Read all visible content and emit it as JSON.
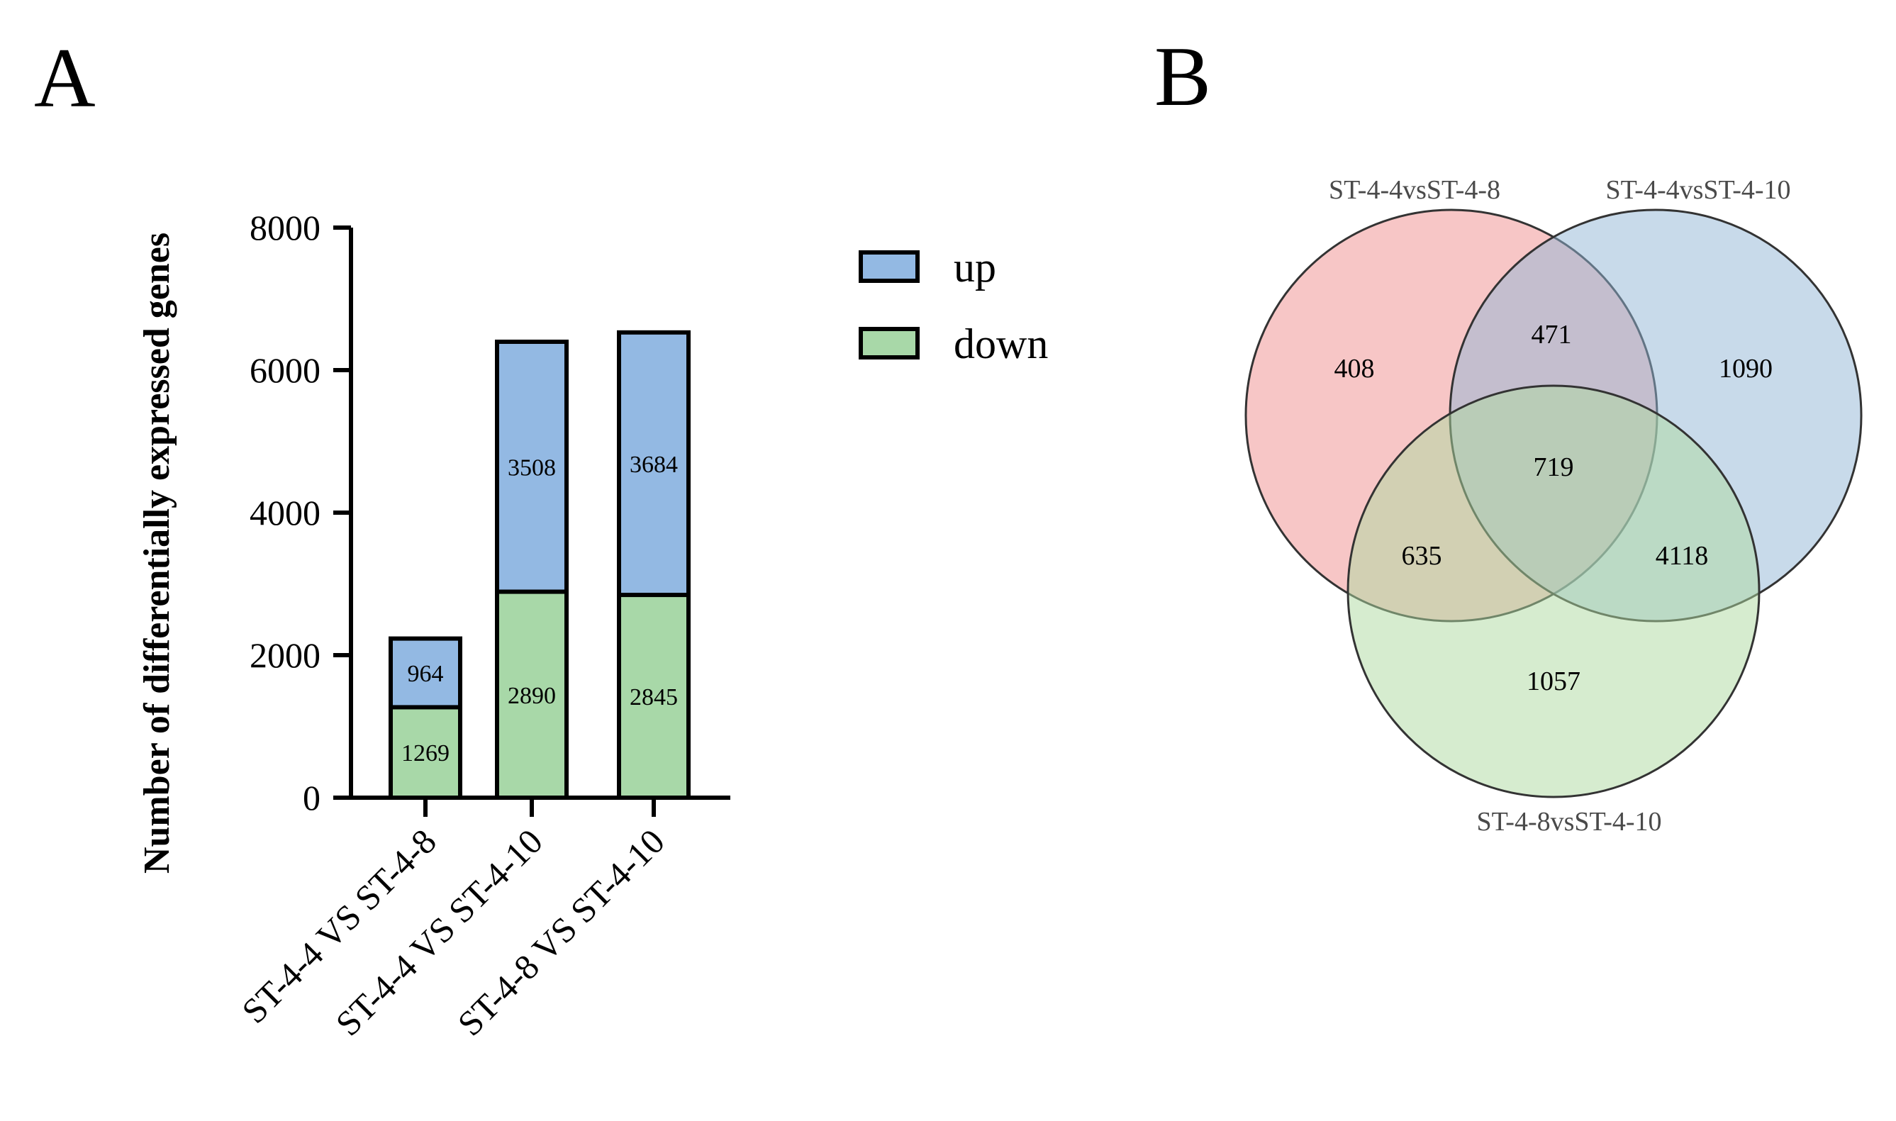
{
  "colors": {
    "up": "#93b9e3",
    "down": "#a8d8a8",
    "setA": "#f08d8d",
    "setB": "#92b6d6",
    "setC": "#add9a0"
  },
  "panel_a": {
    "letter": "A"
  },
  "panel_b": {
    "letter": "B"
  },
  "chart_data": [
    {
      "type": "bar",
      "stacked": true,
      "categories": [
        "ST-4-4 VS ST-4-8",
        "ST-4-4 VS ST-4-10",
        "ST-4-8 VS ST-4-10"
      ],
      "series": [
        {
          "name": "down",
          "values": [
            1269,
            2890,
            2845
          ]
        },
        {
          "name": "up",
          "values": [
            964,
            3508,
            3684
          ]
        }
      ],
      "ylabel": "Number of differentially expressed genes",
      "ylim": [
        0,
        8000
      ],
      "yticks": [
        "0",
        "2000",
        "4000",
        "6000",
        "8000"
      ],
      "legend": "top-right"
    },
    {
      "type": "venn",
      "sets": [
        "ST-4-4vsST-4-8",
        "ST-4-4vsST-4-10",
        "ST-4-8vsST-4-10"
      ],
      "regions": {
        "a_only": "408",
        "b_only": "1090",
        "c_only": "1057",
        "ab": "471",
        "ac": "635",
        "bc": "4118",
        "abc": "719"
      }
    }
  ]
}
